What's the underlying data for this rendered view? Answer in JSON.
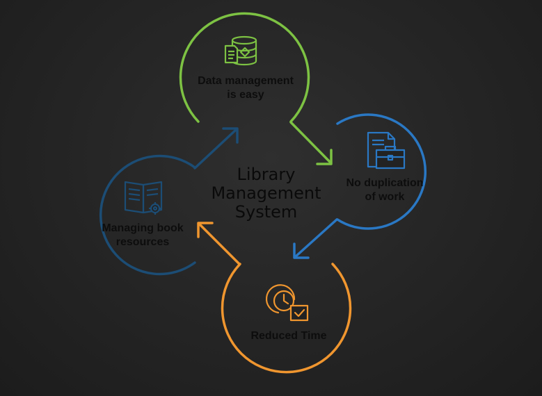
{
  "center_title": [
    "Library",
    "Management",
    "System"
  ],
  "nodes": {
    "data_management": {
      "label": [
        "Data management",
        "is easy"
      ],
      "icon": "database-document-icon",
      "color": "#7dc243"
    },
    "no_duplication": {
      "label": [
        "No duplication",
        "of work"
      ],
      "icon": "document-briefcase-icon",
      "color": "#2a78c4"
    },
    "reduced_time": {
      "label": [
        "Reduced Time"
      ],
      "icon": "clock-checkmark-icon",
      "color": "#f0962f"
    },
    "managing_books": {
      "label": [
        "Managing book",
        "resources"
      ],
      "icon": "open-book-gear-icon",
      "color": "#1c4d75"
    }
  }
}
